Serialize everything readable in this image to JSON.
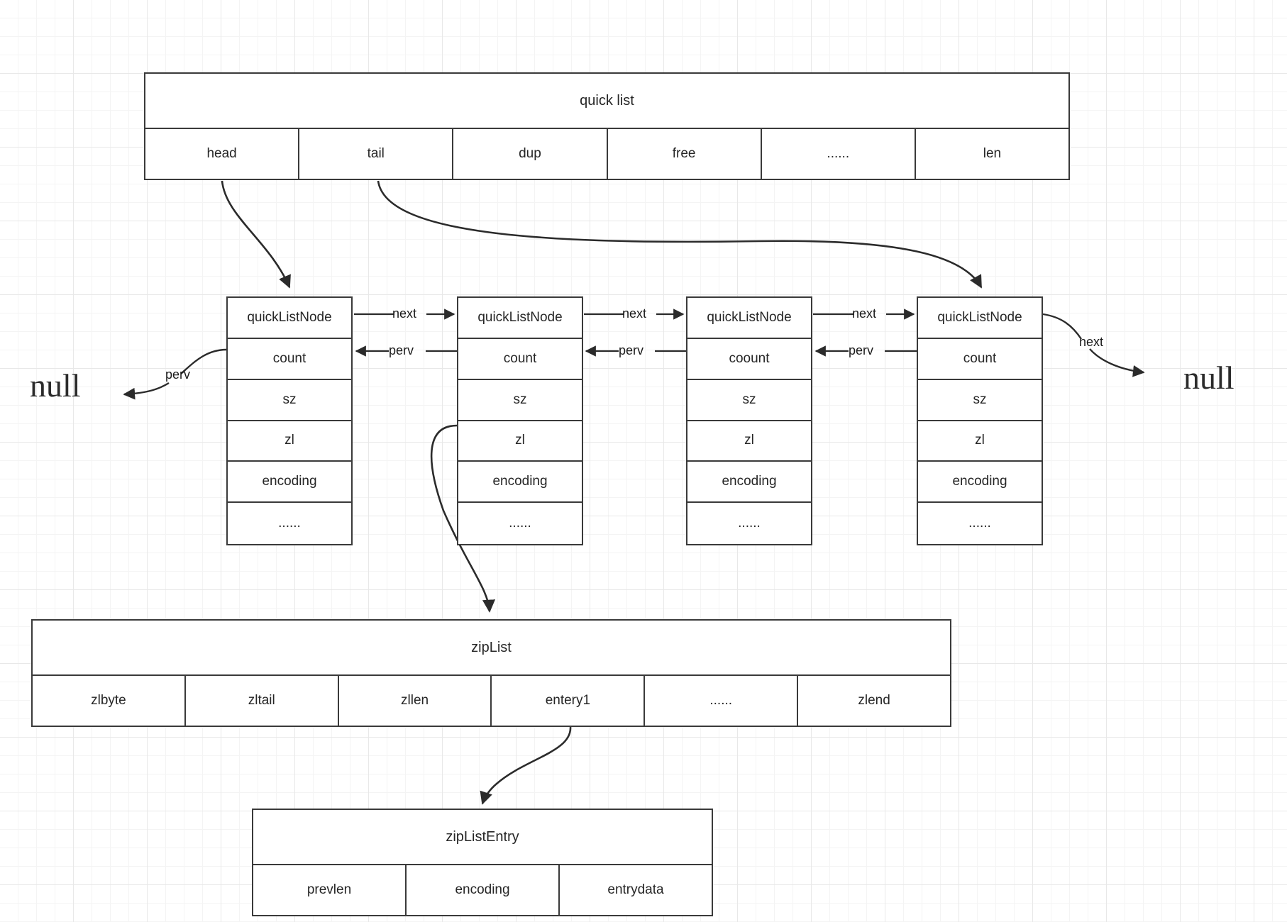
{
  "diagram": {
    "title": "Redis quickList / zipList structure diagram",
    "background": "grid-paper",
    "stroke_color": "#3a3a3a",
    "text_color": "#262626"
  },
  "quick_list": {
    "title": "quick list",
    "fields": [
      "head",
      "tail",
      "dup",
      "free",
      "......",
      "len"
    ]
  },
  "nodes": [
    {
      "title": "quickListNode",
      "fields": [
        "count",
        "sz",
        "zl",
        "encoding",
        "......"
      ]
    },
    {
      "title": "quickListNode",
      "fields": [
        "count",
        "sz",
        "zl",
        "encoding",
        "......"
      ]
    },
    {
      "title": "quickListNode",
      "fields": [
        "coount",
        "sz",
        "zl",
        "encoding",
        "......"
      ]
    },
    {
      "title": "quickListNode",
      "fields": [
        "count",
        "sz",
        "zl",
        "encoding",
        "......"
      ]
    }
  ],
  "edges": {
    "next_0_1": "next",
    "prev_1_0": "perv",
    "next_1_2": "next",
    "prev_2_1": "perv",
    "next_2_3": "next",
    "prev_3_2": "perv",
    "prev_head_null": "perv",
    "next_tail_null": "next"
  },
  "terminals": {
    "left_null": "null",
    "right_null": "null"
  },
  "zip_list": {
    "title": "zipList",
    "fields": [
      "zlbyte",
      "zltail",
      "zllen",
      "entery1",
      "......",
      "zlend"
    ]
  },
  "zip_list_entry": {
    "title": "zipListEntry",
    "fields": [
      "prevlen",
      "encoding",
      "entrydata"
    ]
  }
}
